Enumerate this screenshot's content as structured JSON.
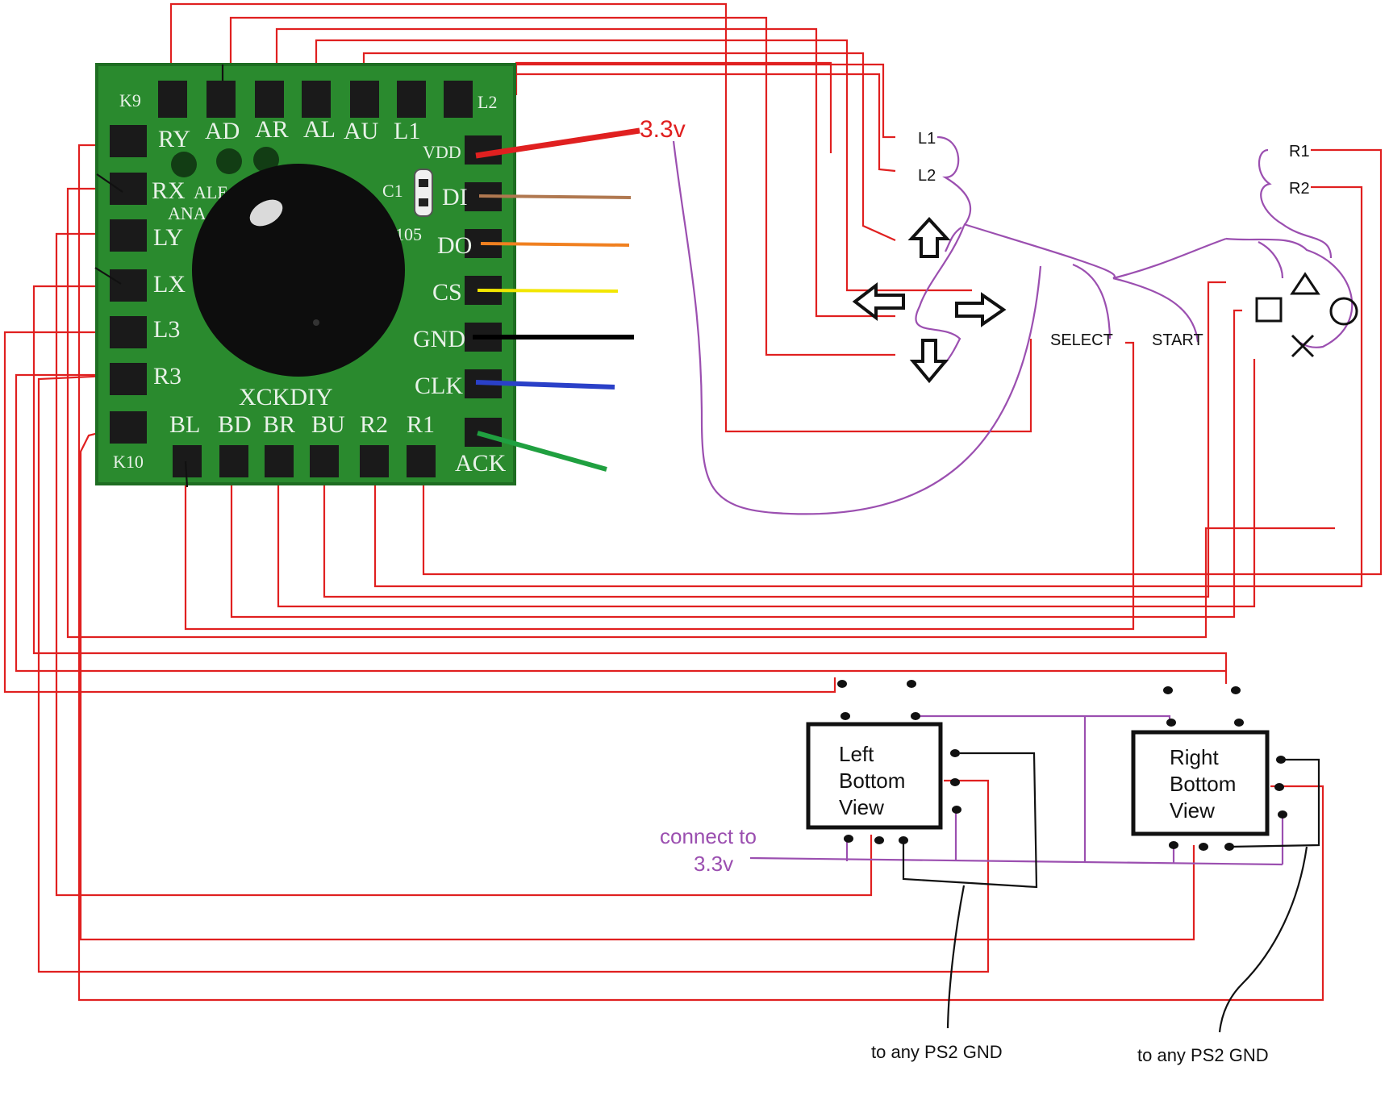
{
  "board": {
    "pins_top": [
      "K9",
      "RY",
      "AD",
      "AR",
      "AL",
      "AU",
      "L1",
      "L2"
    ],
    "pins_left": [
      "RX",
      "LY",
      "LX",
      "L3",
      "R3"
    ],
    "pins_right": [
      "VDD",
      "DI",
      "DO",
      "CS",
      "GND",
      "CLK",
      "ACK"
    ],
    "pins_bottom": [
      "K10",
      "BL",
      "BD",
      "BR",
      "BU",
      "R2",
      "R1"
    ],
    "silk_extra": [
      "ALE",
      "ANA",
      "C1",
      "105"
    ],
    "brand": "XCKDIY",
    "colors": {
      "pcb": "#2a8a2e",
      "pad": "#1a1a1a",
      "joystick": "#0d0d0d"
    }
  },
  "power_label": "3.3v",
  "wire_colors": [
    "#e02020",
    "#b07850",
    "#f08020",
    "#f2e600",
    "#000000",
    "#2a40c8",
    "#20a040"
  ],
  "controller": {
    "shoulder_left": [
      "L1",
      "L2"
    ],
    "shoulder_right": [
      "R1",
      "R2"
    ],
    "select_label": "SELECT",
    "start_label": "START",
    "dpad_icons": [
      "arrow-up-icon",
      "arrow-left-icon",
      "arrow-right-icon",
      "arrow-down-icon"
    ],
    "face_icons": [
      "triangle-icon",
      "square-icon",
      "circle-icon",
      "cross-icon"
    ]
  },
  "modules": {
    "left": {
      "line1": "Left",
      "line2": "Bottom",
      "line3": "View"
    },
    "right": {
      "line1": "Right",
      "line2": "Bottom",
      "line3": "View"
    }
  },
  "connect_note": {
    "line1": "connect to",
    "line2": "3.3v"
  },
  "gnd_note_left": "to any PS2 GND",
  "gnd_note_right": "to any PS2 GND",
  "palette": {
    "signal": "#e02020",
    "vcc": "#9b4fb0",
    "ground": "#111111"
  }
}
